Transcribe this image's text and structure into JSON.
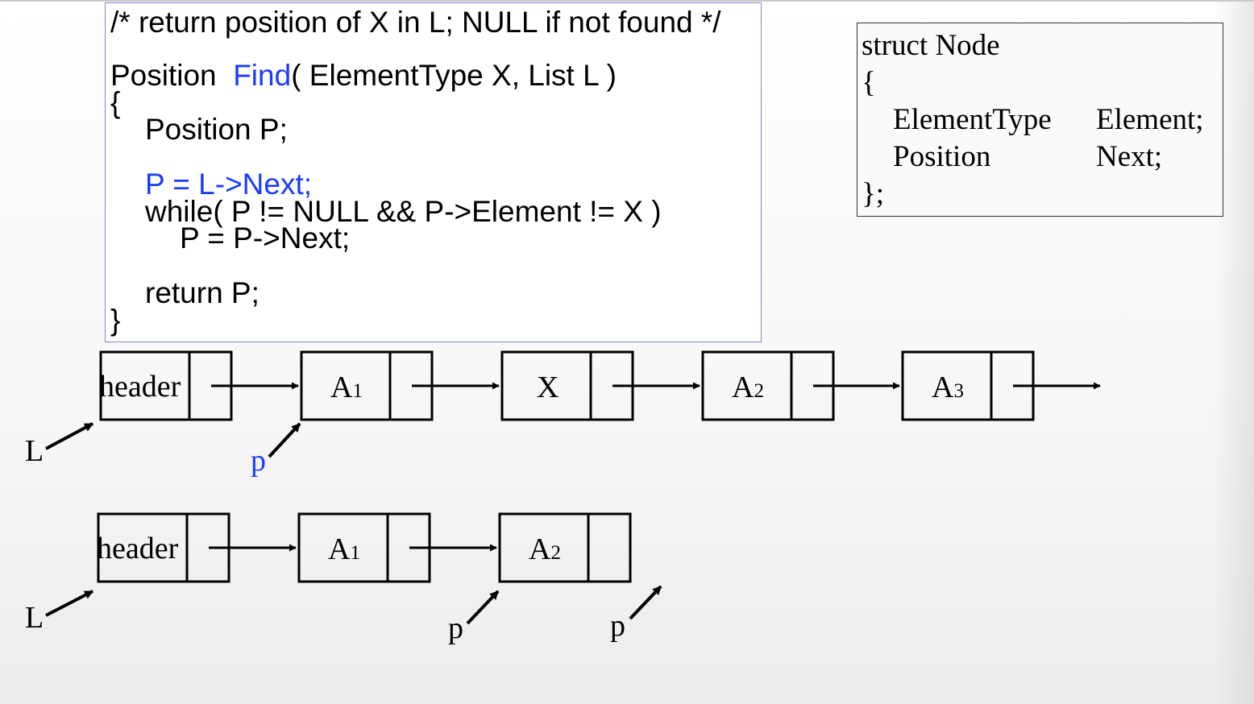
{
  "code": {
    "comment": "/* return position of X in L; NULL if not found */",
    "signature_prefix": "Position  ",
    "signature_fn": "Find",
    "signature_suffix": "( ElementType X, List L )",
    "open_brace": "{",
    "decl": "Position P;",
    "assign": "P = L->Next;",
    "loop": "while( P != NULL && P->Element != X )",
    "loop_body": "P = P->Next;",
    "ret": "return P;",
    "close_brace": "}"
  },
  "struct": {
    "header": "struct Node",
    "open_brace": "{",
    "field1_type": "ElementType",
    "field1_name": "Element;",
    "field2_type": "Position",
    "field2_name": "Next;",
    "close_brace": "};"
  },
  "list1": {
    "nodes": [
      {
        "main": "header",
        "sub": ""
      },
      {
        "main": "A",
        "sub": "1"
      },
      {
        "main": "X",
        "sub": ""
      },
      {
        "main": "A",
        "sub": "2"
      },
      {
        "main": "A",
        "sub": "3"
      }
    ],
    "head_label": "L",
    "pointer_label": "p"
  },
  "list2": {
    "nodes": [
      {
        "main": "header",
        "sub": ""
      },
      {
        "main": "A",
        "sub": "1"
      },
      {
        "main": "A",
        "sub": "2"
      }
    ],
    "head_label": "L",
    "pointer_labels": [
      "p",
      "p"
    ]
  },
  "colors": {
    "highlight": "#1b3bff",
    "code_border": "#7f88c9"
  }
}
